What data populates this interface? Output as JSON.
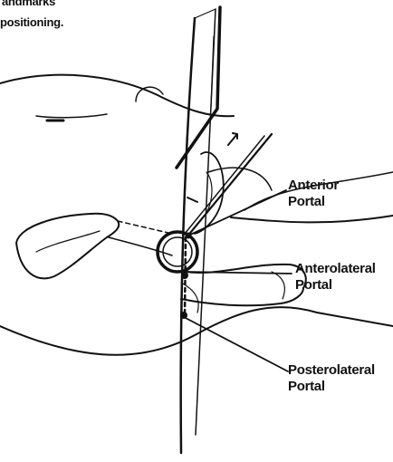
{
  "caption": {
    "line1": "andmarks",
    "line2": "positioning."
  },
  "labels": {
    "anterior": {
      "line1": "Anterior",
      "line2": "Portal"
    },
    "anterolateral": {
      "line1": "Anterolateral",
      "line2": "Portal"
    },
    "posterolateral": {
      "line1": "Posterolateral",
      "line2": "Portal"
    }
  }
}
